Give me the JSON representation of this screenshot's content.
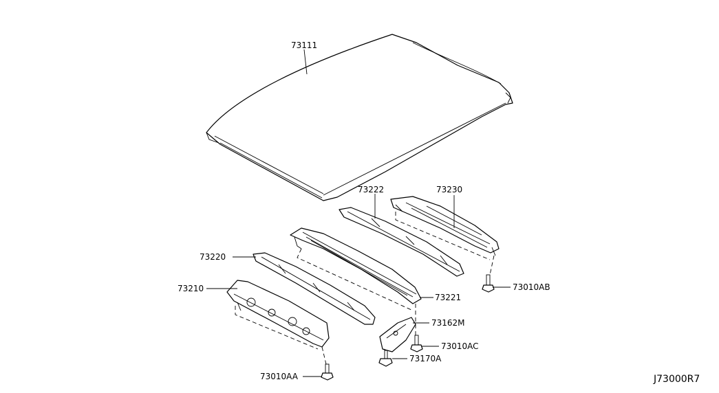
{
  "diagram": {
    "code": "J73000R7",
    "callouts": {
      "roof_panel": "73111",
      "rear_rail": "73230",
      "bow_rear": "73222",
      "front_rail": "73220",
      "bow_center": "73221",
      "header_front": "73210",
      "bracket": "73162M",
      "bolt_ab": "73010AB",
      "bolt_ac": "73010AC",
      "bolt_aa": "73010AA",
      "clip": "73170A"
    },
    "colors": {
      "line": "#000000",
      "background": "#ffffff"
    }
  }
}
